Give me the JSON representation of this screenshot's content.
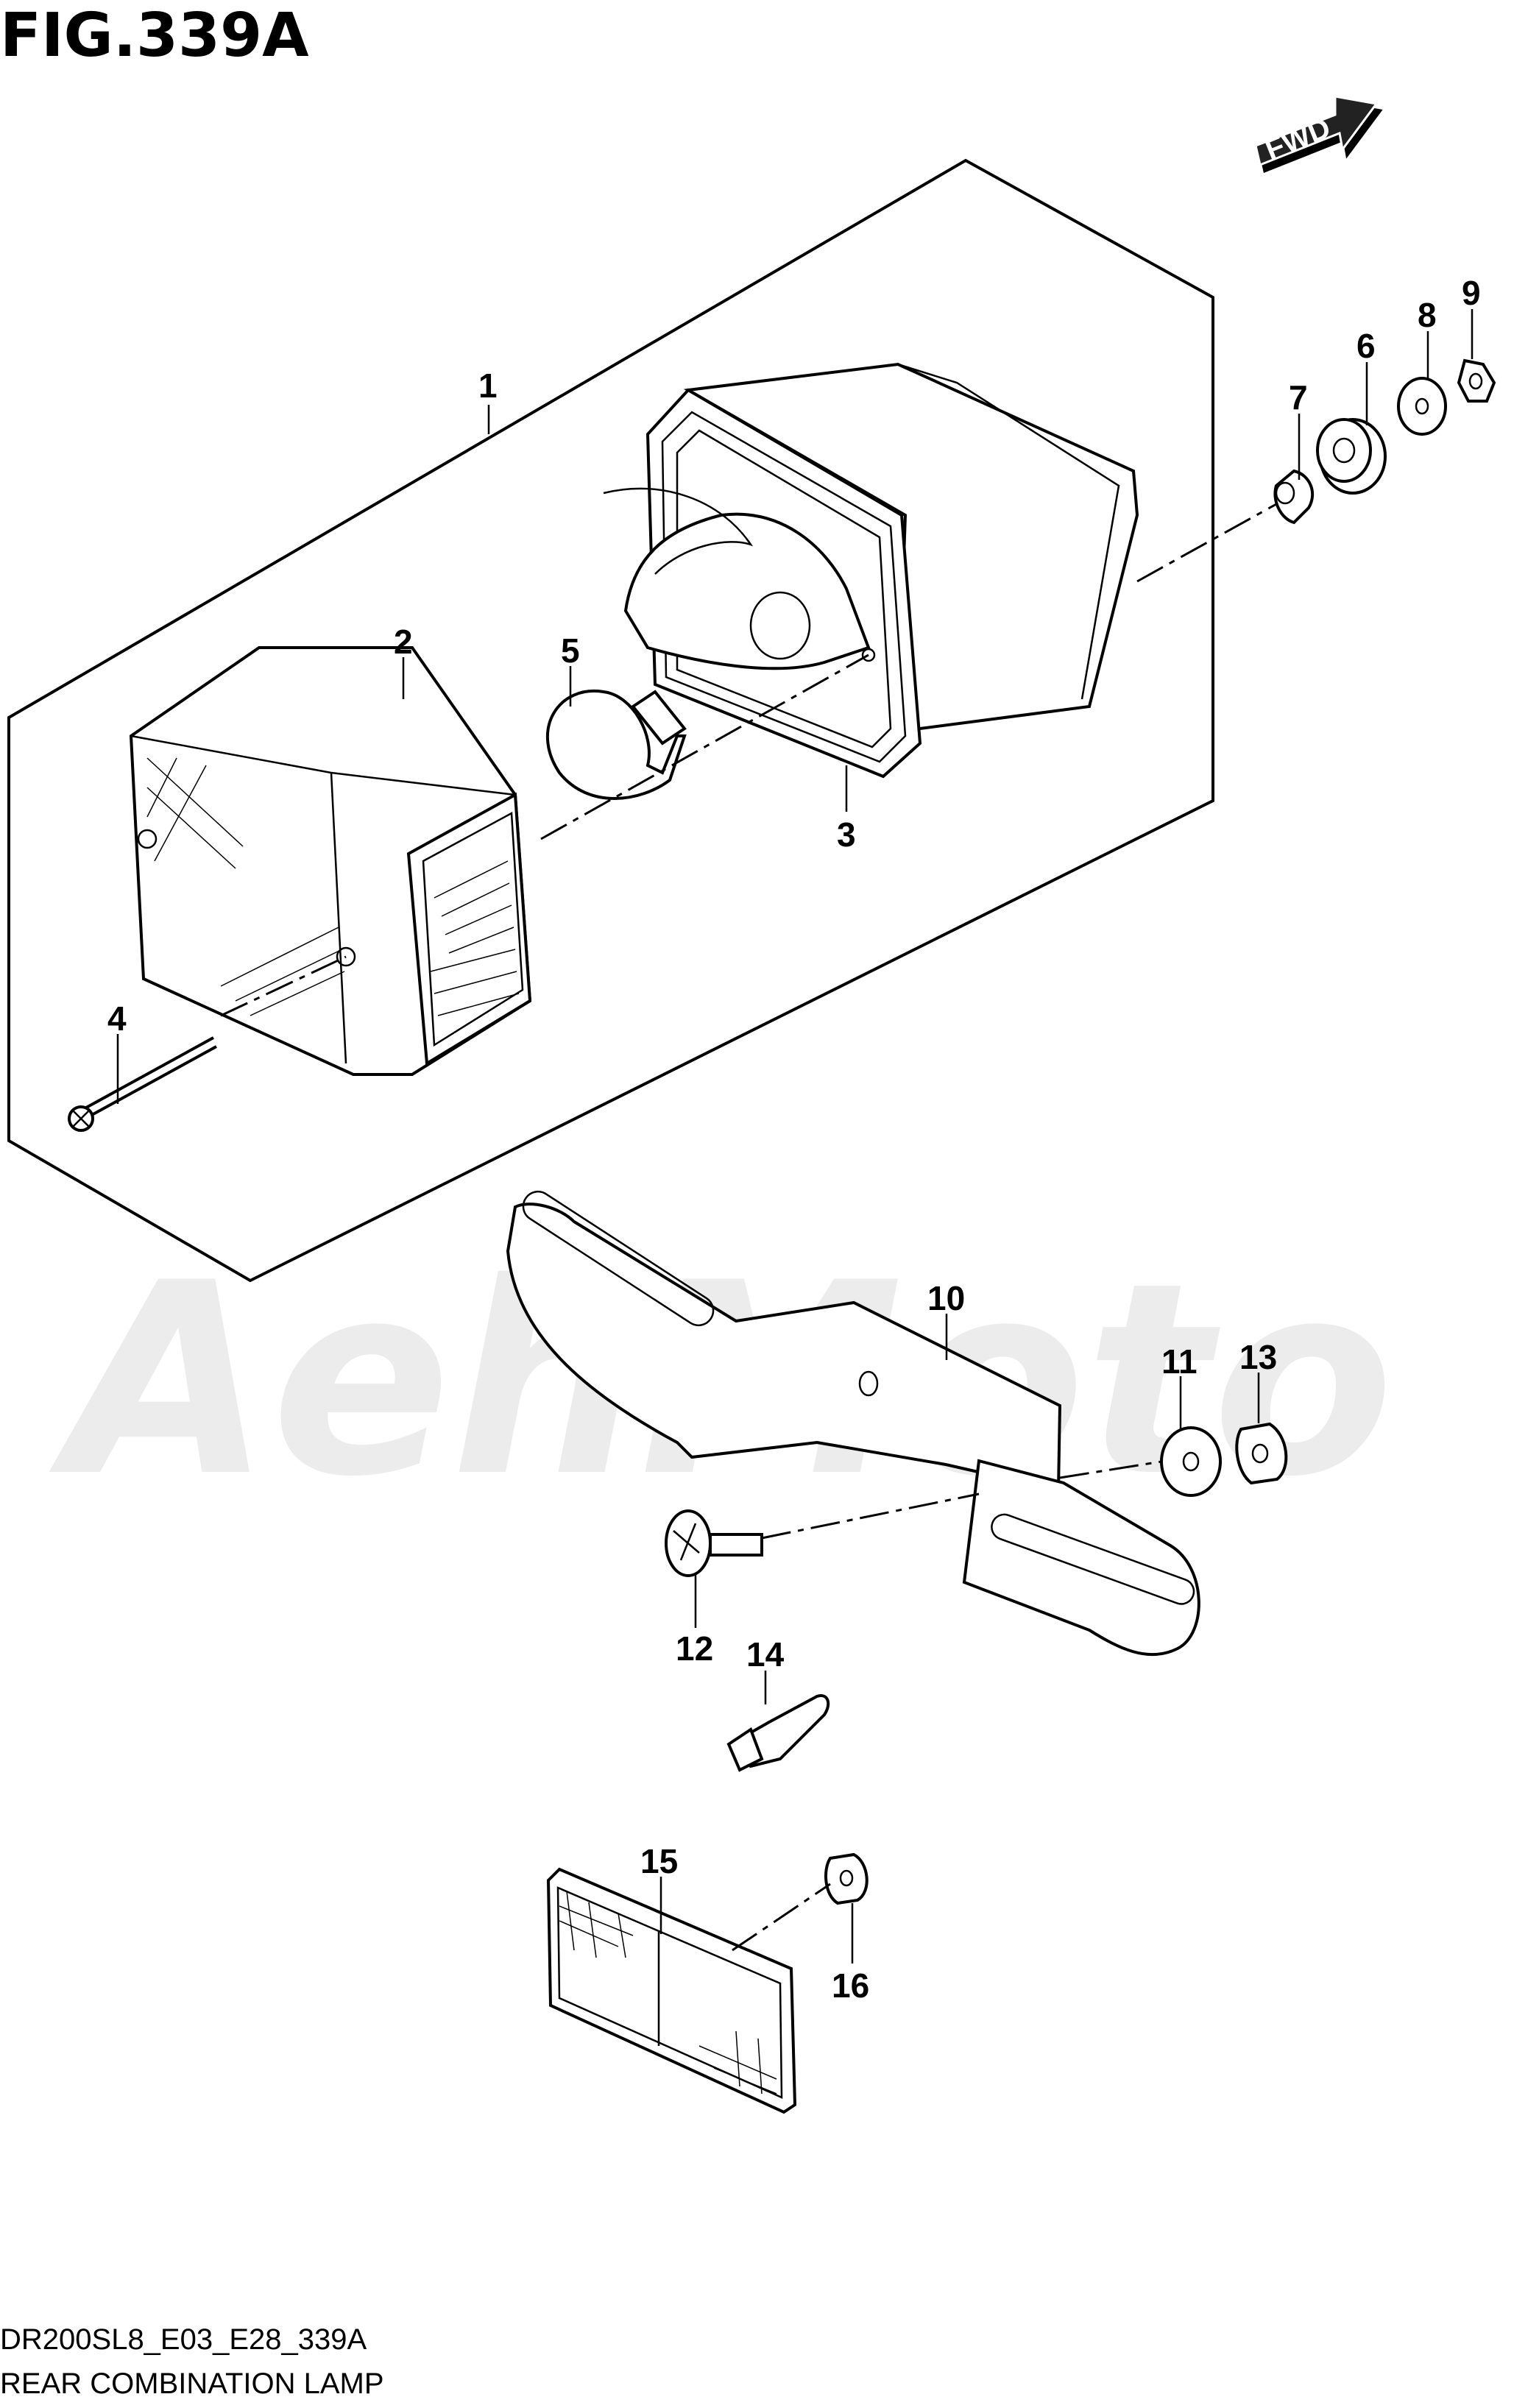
{
  "figure": {
    "title": "FIG.339A",
    "fwd_label": "FWD",
    "code": "DR200SL8_E03_E28_339A",
    "caption": "REAR COMBINATION LAMP",
    "watermark": "AehMoto"
  },
  "callouts": [
    {
      "number": "1"
    },
    {
      "number": "2"
    },
    {
      "number": "3"
    },
    {
      "number": "4"
    },
    {
      "number": "5"
    },
    {
      "number": "6"
    },
    {
      "number": "7"
    },
    {
      "number": "8"
    },
    {
      "number": "9"
    },
    {
      "number": "10"
    },
    {
      "number": "11"
    },
    {
      "number": "12"
    },
    {
      "number": "13"
    },
    {
      "number": "14"
    },
    {
      "number": "15"
    },
    {
      "number": "16"
    }
  ]
}
